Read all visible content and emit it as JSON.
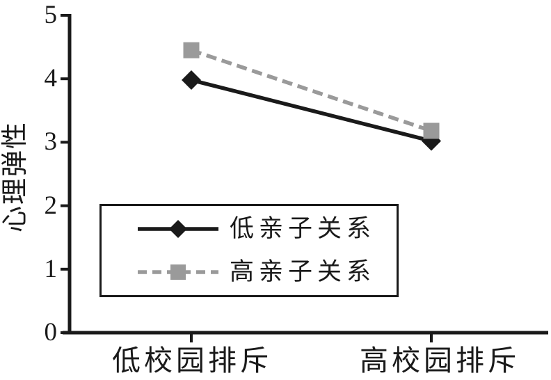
{
  "chart_data": {
    "type": "line",
    "title": "",
    "xlabel": "",
    "ylabel": "心理弹性",
    "categories": [
      "低校园排斥",
      "高校园排斥"
    ],
    "series": [
      {
        "name": "低亲子关系",
        "values": [
          3.98,
          3.02
        ],
        "color": "#1a1a1a",
        "line_style": "solid",
        "marker": "diamond"
      },
      {
        "name": "高亲子关系",
        "values": [
          4.45,
          3.18
        ],
        "color": "#9a9a9a",
        "line_style": "dashed",
        "marker": "square"
      }
    ],
    "ylim": [
      0,
      5
    ],
    "yticks": [
      "0",
      "1",
      "2",
      "3",
      "4",
      "5"
    ],
    "grid": false,
    "legend_position": "inside-lower-left",
    "background_color": "#ffffff",
    "axis_color": "#1a1a1a"
  }
}
